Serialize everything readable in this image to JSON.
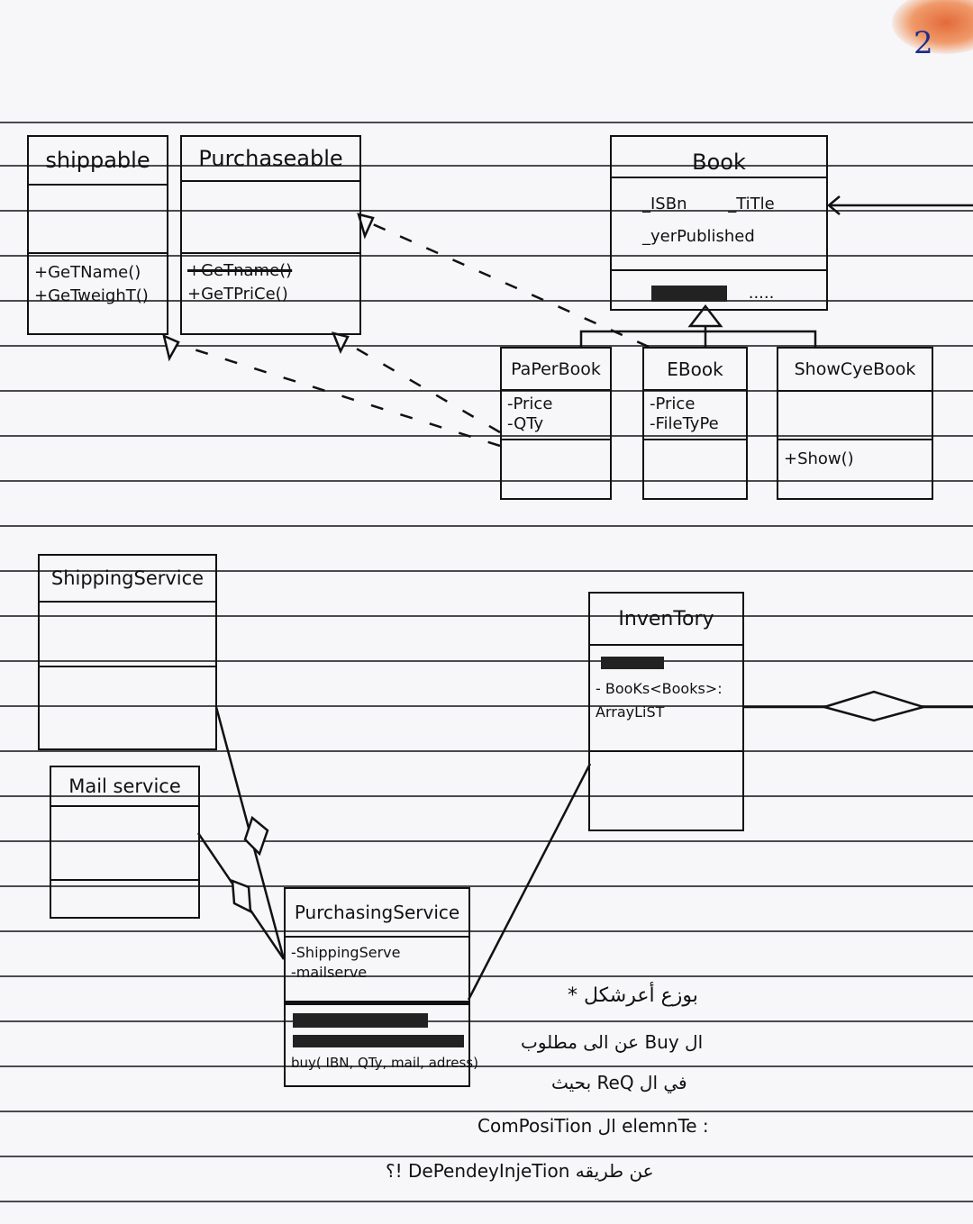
{
  "page_number": "2",
  "classes": {
    "shippable": {
      "name": "shippable",
      "attributes": [],
      "operations": [
        "+GeTName()",
        "+GeTweighT()"
      ]
    },
    "purchasable": {
      "name": "Purchaseable",
      "attributes": [],
      "operations": [
        "+GeTname()",
        "+GeTPriCe()"
      ],
      "struck_operation_index": 0
    },
    "book": {
      "name": "Book",
      "attributes": [
        "_ISBn",
        "_TiTle",
        "_yerPublished"
      ],
      "operations": [
        "....."
      ]
    },
    "paperbook": {
      "name": "PaPerBook",
      "attributes": [
        "-Price",
        "-QTy"
      ],
      "operations": []
    },
    "ebook": {
      "name": "EBook",
      "attributes": [
        "-Price",
        "-FileTyPe"
      ],
      "operations": []
    },
    "showcase": {
      "name": "ShowCyeBook",
      "attributes": [],
      "operations": [
        "+Show()"
      ]
    },
    "shippingservice": {
      "name": "ShippingService",
      "attributes": [],
      "operations": []
    },
    "mailservice": {
      "name": "Mail service",
      "attributes": [],
      "operations": []
    },
    "inventory": {
      "name": "InvenTory",
      "attributes": [
        "- BooKs<Books>:",
        "ArrayLiST"
      ]
    },
    "purchasingservice": {
      "name": "PurchasingService",
      "attributes": [
        "-ShippingServe",
        "-mailserve"
      ],
      "operations": [
        "buy( IBN, QTy, mail, adress)"
      ]
    }
  },
  "notes": {
    "line1": "بوزع أعرشكل *",
    "line2": "ال Buy عن الى مطلوب",
    "line3": "في ال ReQ بحيث",
    "line4": "ComPosiTion ال elemnTe :",
    "line5": "عن طريقه DePendeyInjeTion !؟"
  },
  "colors": {
    "ink": "#111111",
    "rule_line": "#2b2b33",
    "paper": "#f7f7f9",
    "page_number": "#1b2f8a"
  }
}
